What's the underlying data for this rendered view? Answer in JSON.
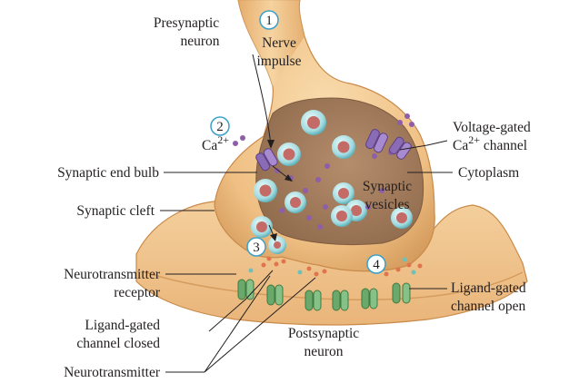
{
  "labels": {
    "presynaptic_neuron": [
      "Presynaptic",
      "neuron"
    ],
    "nerve_impulse": [
      "Nerve",
      "impulse"
    ],
    "ca_ion": {
      "base": "Ca",
      "charge": "2+"
    },
    "synaptic_end_bulb": "Synaptic end bulb",
    "synaptic_cleft": "Synaptic cleft",
    "neurotransmitter_receptor": [
      "Neurotransmitter",
      "receptor"
    ],
    "ligand_gated_closed": [
      "Ligand-gated",
      "channel closed"
    ],
    "neurotransmitter": "Neurotransmitter",
    "voltage_gated": {
      "line1": "Voltage-gated",
      "base": "Ca",
      "charge": "2+",
      "tail": " channel"
    },
    "cytoplasm": "Cytoplasm",
    "synaptic_vesicles": [
      "Synaptic",
      "vesicles"
    ],
    "ligand_gated_open": [
      "Ligand-gated",
      "channel open"
    ],
    "postsynaptic_neuron": [
      "Postsynaptic",
      "neuron"
    ]
  },
  "steps": [
    "1",
    "2",
    "3",
    "4"
  ],
  "colors": {
    "neuron_fill": "#f3c68e",
    "neuron_dark": "#c98a4a",
    "interior": "#a07b5c",
    "vesicle_shell": "#a9dde0",
    "vesicle_core": "#c46b67",
    "ion": "#8e5ea8",
    "channel_purple": "#8a6bb5",
    "channel_green": "#6aa86b",
    "neurotransmitter_dot": "#e0744d",
    "step_circle_stroke": "#3aa0c8"
  }
}
